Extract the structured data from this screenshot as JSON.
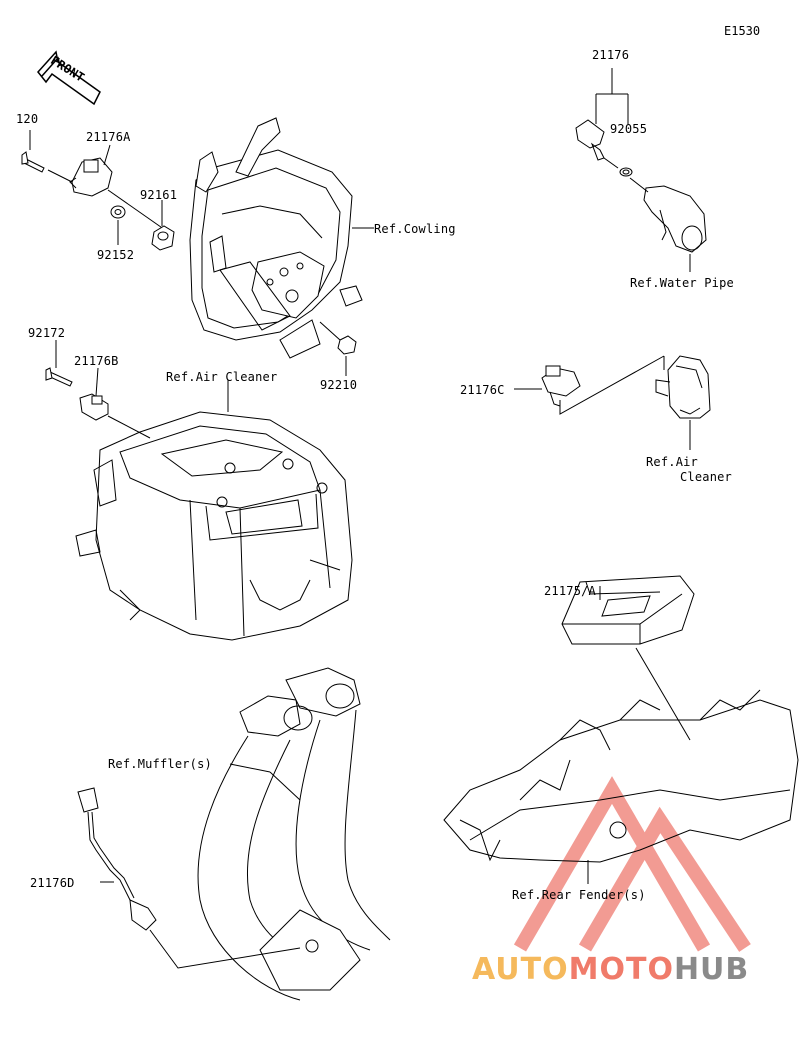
{
  "diagram_code": "E1530",
  "front_label": "FRONT",
  "parts": {
    "p120": "120",
    "p21176A": "21176A",
    "p92161": "92161",
    "p92152": "92152",
    "p92172": "92172",
    "p21176B": "21176B",
    "p92210": "92210",
    "p21176": "21176",
    "p92055": "92055",
    "p21176C": "21176C",
    "p21175A": "21175/A",
    "p21176D": "21176D"
  },
  "refs": {
    "cowling": "Ref.Cowling",
    "air_cleaner": "Ref.Air Cleaner",
    "water_pipe": "Ref.Water Pipe",
    "air_cleaner2_line1": "Ref.Air",
    "air_cleaner2_line2": "Cleaner",
    "mufflers": "Ref.Muffler(s)",
    "rear_fender": "Ref.Rear Fender(s)"
  },
  "watermark": {
    "part1": "AUTO",
    "part2": "MOTO",
    "part3": "HUB",
    "color1": "#f5b95c",
    "color2": "#f07b6a",
    "color3": "#8a8a8a",
    "logo_color": "#e84a3c"
  }
}
